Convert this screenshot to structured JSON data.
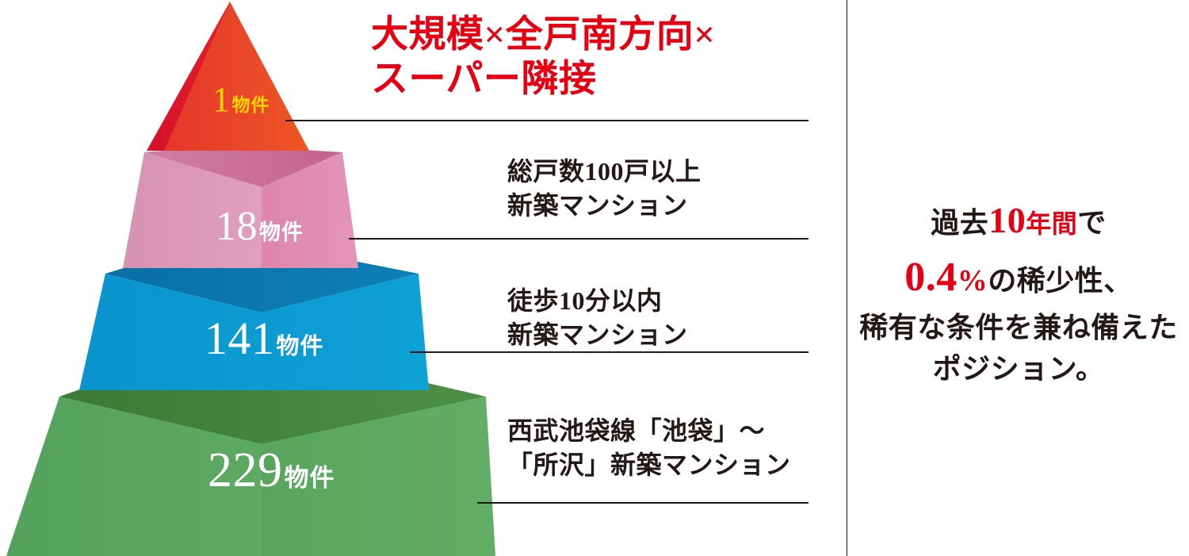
{
  "headline": {
    "text": "大規模×全戸南方向×\nスーパー隣接",
    "color": "#E60012"
  },
  "pyramid": {
    "tiers": [
      {
        "id": "tier-apex",
        "count": "1",
        "unit": "物件",
        "label_color": "#FFD400",
        "fill_front": "#E8412B",
        "fill_left": "#E0182B",
        "description": ""
      },
      {
        "id": "tier-pink",
        "count": "18",
        "unit": "物件",
        "label_color": "#FFFFFF",
        "fill_front": "#E08AB0",
        "fill_left": "#D9A0BC",
        "fill_top": "#CC6E96",
        "description": "総戸数100戸以上\n新築マンション"
      },
      {
        "id": "tier-blue",
        "count": "141",
        "unit": "物件",
        "label_color": "#FFFFFF",
        "fill_front": "#0D9DD3",
        "fill_left": "#0C91C6",
        "fill_top": "#0073A8",
        "description": "徒歩10分以内\n新築マンション"
      },
      {
        "id": "tier-green",
        "count": "229",
        "unit": "物件",
        "label_color": "#FFFFFF",
        "fill_front": "#5CA85F",
        "fill_left": "#5AA862",
        "fill_top": "#3E7F39",
        "description": "西武池袋線「池袋」〜\n「所沢」新築マンション"
      }
    ]
  },
  "summary": {
    "line1_pre": "過去",
    "line1_num": "10",
    "line1_unit": "年間",
    "line1_post": "で",
    "line2_num": "0.4",
    "line2_pct": "%",
    "line2_post": "の稀少性、",
    "line3": "稀有な条件を兼ね備えた",
    "line4": "ポジション。",
    "accent_color": "#E60012"
  }
}
